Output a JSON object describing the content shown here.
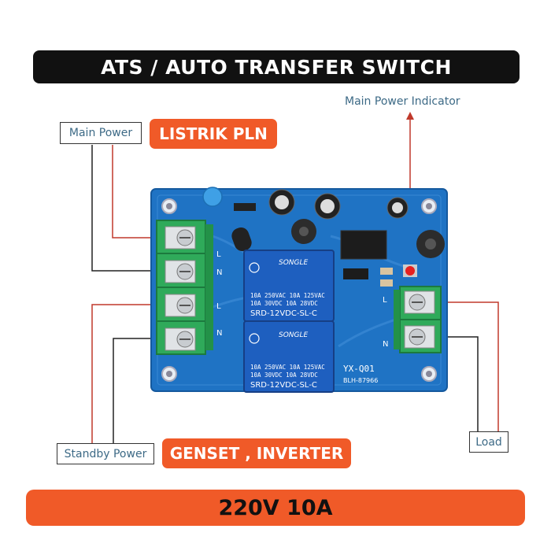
{
  "title": "ATS / AUTO TRANSFER SWITCH",
  "footer": "220V 10A",
  "badges": {
    "main_source": "LISTRIK PLN",
    "standby_source": "GENSET , INVERTER"
  },
  "labels": {
    "main_power": "Main Power",
    "standby_power": "Standby Power",
    "load": "Load",
    "main_power_indicator": "Main Power Indicator"
  },
  "board": {
    "relay_brand": "SONGLE",
    "relay_rating_1": "10A 250VAC  10A 125VAC",
    "relay_rating_2": "10A 30VDC   10A 28VDC",
    "relay_model": "SRD-12VDC-SL-C",
    "board_model": "YX-Q01",
    "board_code": "BLH-87966",
    "terminal_L": "L",
    "terminal_N": "N"
  },
  "colors": {
    "accent": "#f05a28",
    "board": "#1f73c4",
    "relay": "#1e5fbf",
    "terminal": "#2faa5a",
    "wire_red": "#c0392b",
    "wire_black": "#222222"
  }
}
